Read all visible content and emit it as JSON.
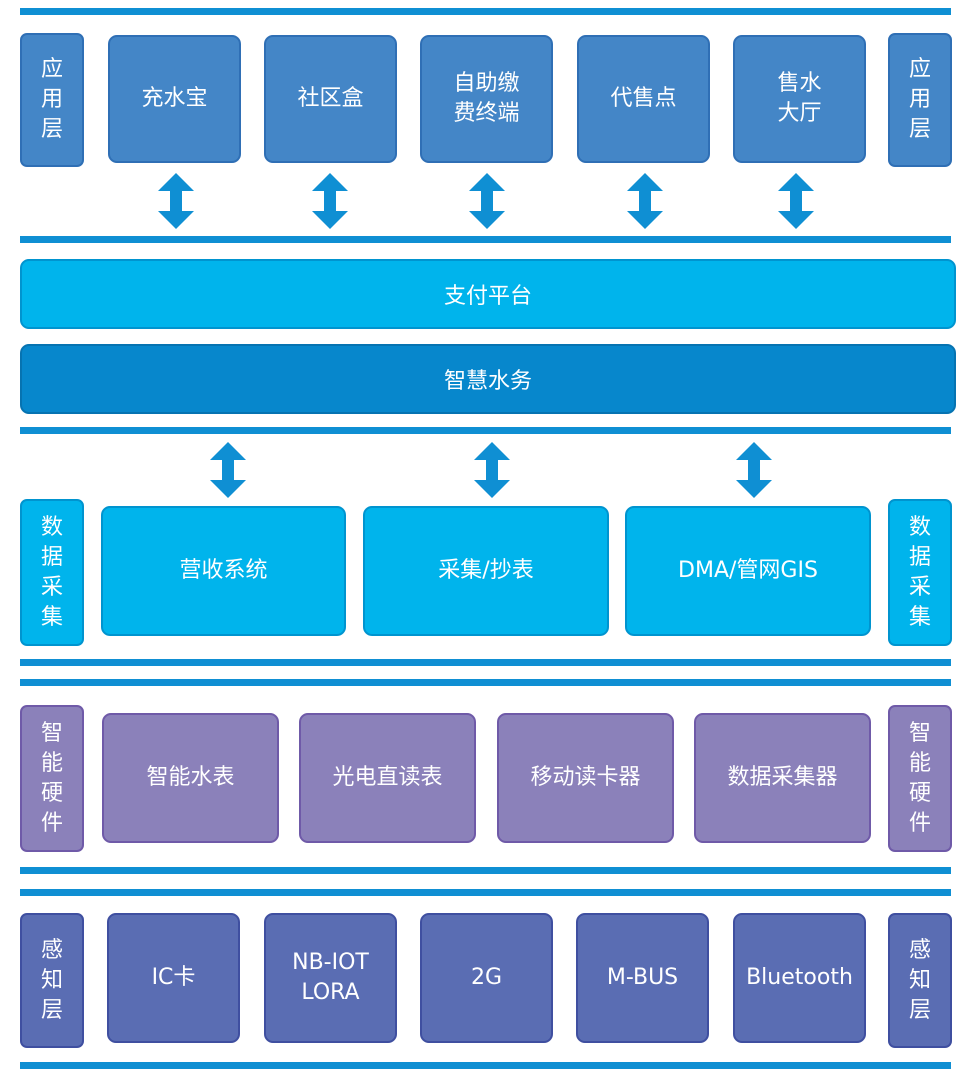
{
  "colors": {
    "line": "#0f8fd3",
    "app_box": "#4486c7",
    "data_box": "#00b4ec",
    "hardware_box": "#8b81ba",
    "sense_box": "#5a6db3",
    "payment_bar": "#00b4ec",
    "smart_bar": "#0787cc",
    "arrow": "#0f8fd3"
  },
  "application_layer": {
    "side_label": "应\n用\n层",
    "items": [
      "充水宝",
      "社区盒",
      "自助缴\n费终端",
      "代售点",
      "售水\n大厅"
    ]
  },
  "platform": {
    "payment": "支付平台",
    "smart_water": "智慧水务"
  },
  "data_layer": {
    "side_label": "数\n据\n采\n集",
    "items": [
      "营收系统",
      "采集/抄表",
      "DMA/管网GIS"
    ]
  },
  "hardware_layer": {
    "side_label": "智\n能\n硬\n件",
    "items": [
      "智能水表",
      "光电直读表",
      "移动读卡器",
      "数据采集器"
    ]
  },
  "sense_layer": {
    "side_label": "感\n知\n层",
    "items": [
      "IC卡",
      "NB-IOT\nLORA",
      "2G",
      "M-BUS",
      "Bluetooth"
    ]
  },
  "icons": {
    "arrow": "double-vertical-arrow-icon"
  }
}
